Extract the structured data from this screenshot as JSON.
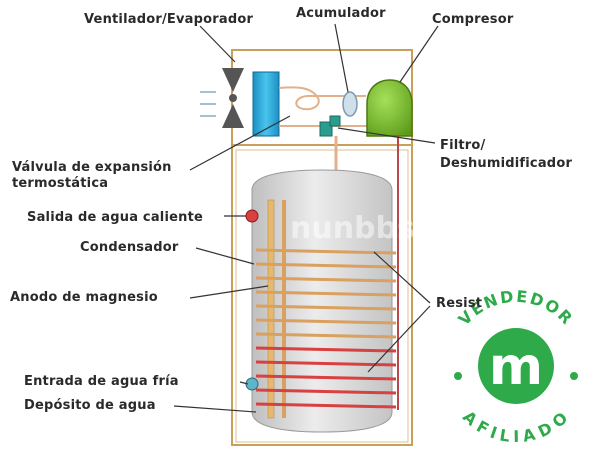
{
  "labels": {
    "ventilador": "Ventilador/Evaporador",
    "acumulador": "Acumulador",
    "compresor": "Compresor",
    "valvula_1": "Válvula de expansión",
    "valvula_2": "termostática",
    "filtro_1": "Filtro/",
    "filtro_2": "Deshumidificador",
    "salida": "Salida de agua caliente",
    "condensador": "Condensador",
    "anodo": "Anodo de magnesio",
    "resistencia": "Resist",
    "entrada": "Entrada de agua fría",
    "deposito": "Depósito de agua"
  },
  "watermark": "nunbbs",
  "badge": {
    "top_text": "VENDEDOR",
    "bottom_text": "AFILIADO",
    "letter": "m",
    "color": "#2eaa4a"
  },
  "colors": {
    "frame": "#c9a05a",
    "fan": "#2bb3e0",
    "compressor": "#7cc22a",
    "condenser_coil": "#d9a060",
    "resistance": "#d94040",
    "tank": "#dcdcdc"
  }
}
